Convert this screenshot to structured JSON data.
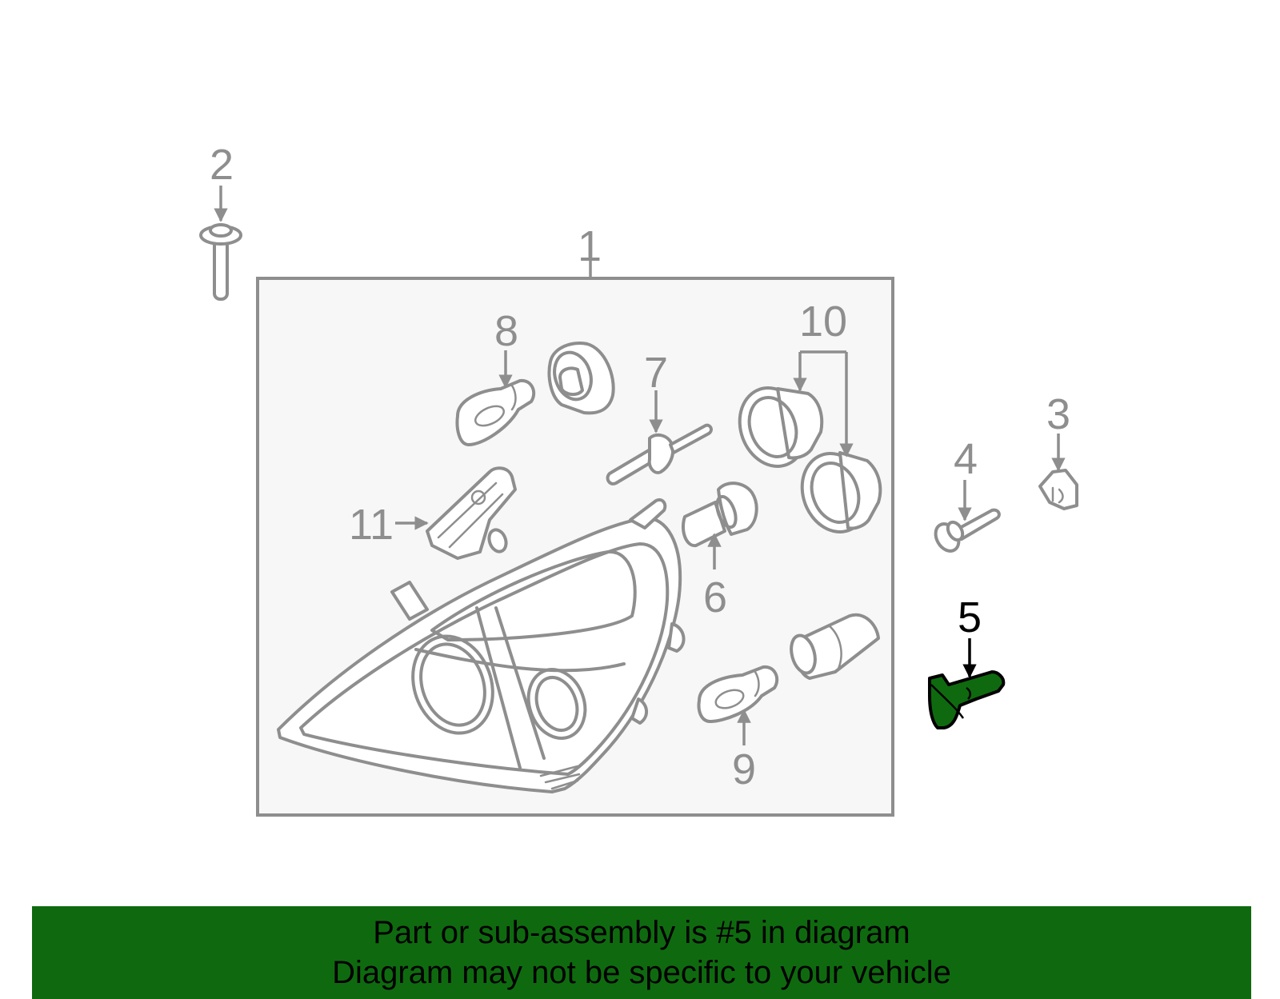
{
  "diagram": {
    "callouts": {
      "c1": "1",
      "c2": "2",
      "c3": "3",
      "c4": "4",
      "c5": "5",
      "c6": "6",
      "c7": "7",
      "c8": "8",
      "c9": "9",
      "c10": "10",
      "c11": "11"
    },
    "highlighted_part": "5",
    "colors": {
      "highlight_fill": "#0f6a0f",
      "line_gray": "#8e8e8e",
      "panel_bg": "#f7f7f7",
      "banner_bg": "#0f6a0f"
    }
  },
  "banner": {
    "line1": "Part or sub-assembly is #5 in diagram",
    "line2": "Diagram may not be specific to your vehicle"
  }
}
